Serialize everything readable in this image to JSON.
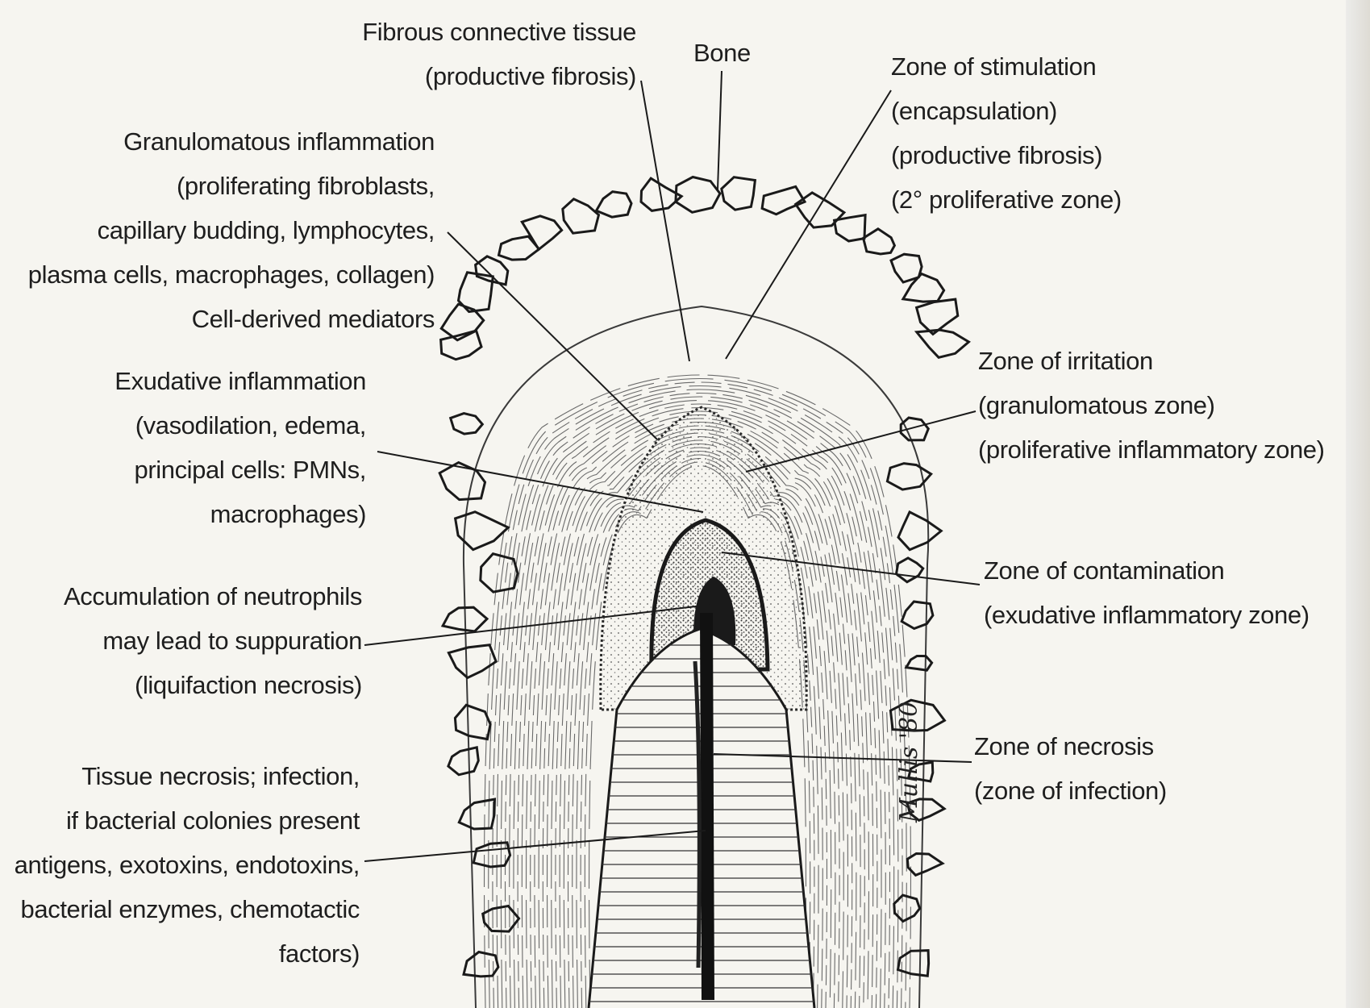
{
  "labels": {
    "fibrous": [
      "Fibrous connective tissue",
      "(productive fibrosis)"
    ],
    "bone": [
      "Bone"
    ],
    "stimulation": [
      "Zone of stimulation",
      "(encapsulation)",
      "(productive fibrosis)",
      "(2° proliferative zone)"
    ],
    "granulomatous": [
      "Granulomatous inflammation",
      "(proliferating fibroblasts,",
      "capillary budding, lymphocytes,",
      "plasma cells, macrophages, collagen)",
      "Cell-derived mediators"
    ],
    "exudative": [
      "Exudative inflammation",
      "(vasodilation, edema,",
      "principal cells: PMNs,",
      "macrophages)"
    ],
    "irritation": [
      "Zone of irritation",
      "(granulomatous zone)",
      "(proliferative inflammatory zone)"
    ],
    "accumulation": [
      "Accumulation of neutrophils",
      "may lead to suppuration",
      "(liquifaction necrosis)"
    ],
    "contamination": [
      "Zone of contamination",
      "(exudative inflammatory zone)"
    ],
    "necrosis": [
      "Zone of necrosis",
      "(zone of infection)"
    ],
    "tissue_necrosis": [
      "Tissue necrosis; infection,",
      "if bacterial colonies present",
      "antigens, exotoxins, endotoxins,",
      "bacterial enzymes, chemotactic",
      "factors)"
    ]
  },
  "signature": "Mullis '80"
}
